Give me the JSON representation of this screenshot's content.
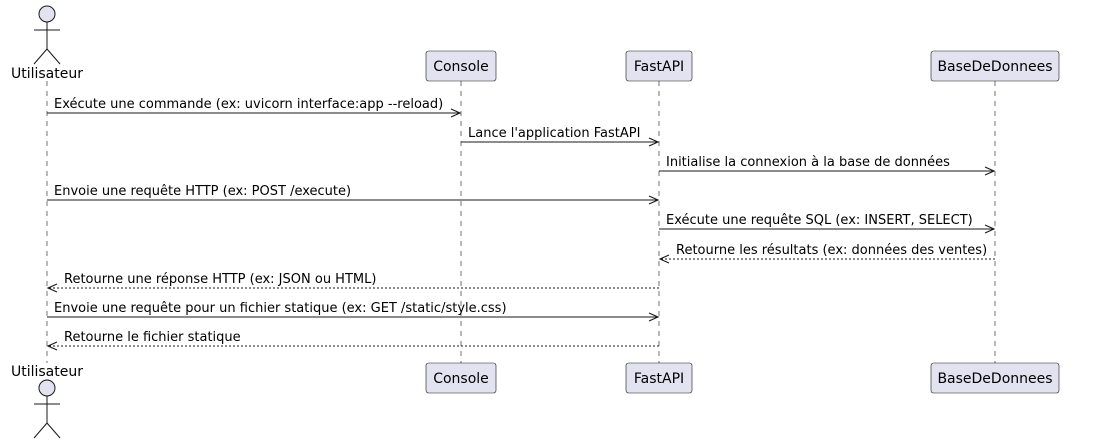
{
  "colors": {
    "participant_fill": "#e2e2f0",
    "participant_stroke": "#181818",
    "lifeline": "#181818",
    "arrow": "#181818"
  },
  "participants": [
    {
      "id": "user",
      "label": "Utilisateur",
      "kind": "actor",
      "icon": "stick-figure-icon"
    },
    {
      "id": "console",
      "label": "Console",
      "kind": "box"
    },
    {
      "id": "fastapi",
      "label": "FastAPI",
      "kind": "box"
    },
    {
      "id": "db",
      "label": "BaseDeDonnees",
      "kind": "box"
    }
  ],
  "messages": [
    {
      "from": "user",
      "to": "console",
      "text": "Exécute une commande (ex: uvicorn interface:app --reload)",
      "style": "solid"
    },
    {
      "from": "console",
      "to": "fastapi",
      "text": "Lance l'application FastAPI",
      "style": "solid"
    },
    {
      "from": "fastapi",
      "to": "db",
      "text": "Initialise la connexion à la base de données",
      "style": "solid"
    },
    {
      "from": "user",
      "to": "fastapi",
      "text": "Envoie une requête HTTP (ex: POST /execute)",
      "style": "solid"
    },
    {
      "from": "fastapi",
      "to": "db",
      "text": "Exécute une requête SQL (ex: INSERT, SELECT)",
      "style": "solid"
    },
    {
      "from": "db",
      "to": "fastapi",
      "text": "Retourne les résultats (ex: données des ventes)",
      "style": "dashed"
    },
    {
      "from": "fastapi",
      "to": "user",
      "text": "Retourne une réponse HTTP (ex: JSON ou HTML)",
      "style": "dashed"
    },
    {
      "from": "user",
      "to": "fastapi",
      "text": "Envoie une requête pour un fichier statique (ex: GET /static/style.css)",
      "style": "solid"
    },
    {
      "from": "fastapi",
      "to": "user",
      "text": "Retourne le fichier statique",
      "style": "dashed"
    }
  ]
}
